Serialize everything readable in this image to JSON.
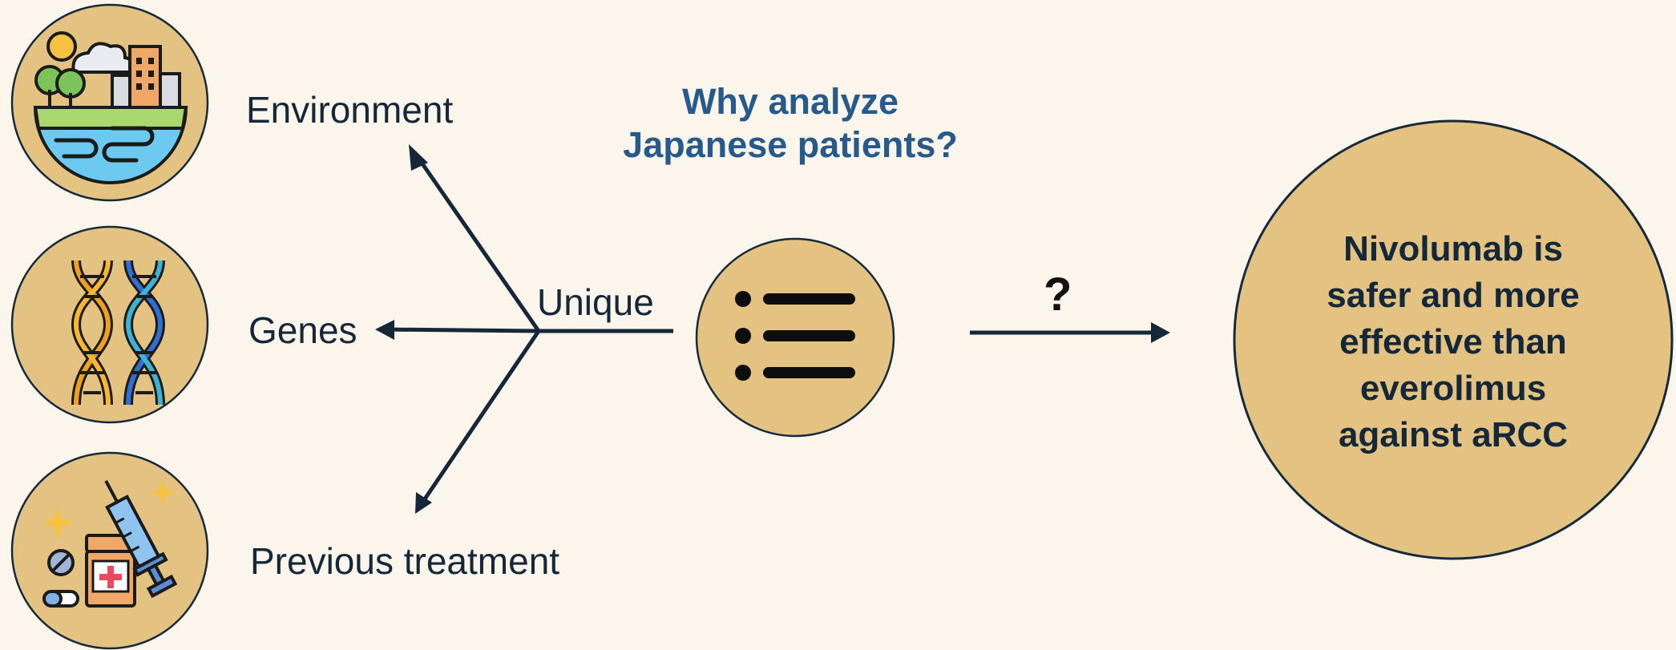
{
  "title": {
    "line1": "Why analyze",
    "line2": "Japanese patients?"
  },
  "factors": [
    {
      "label": "Environment",
      "icon": "environment-city-nature-icon"
    },
    {
      "label": "Genes",
      "icon": "dna-helix-icon"
    },
    {
      "label": "Previous treatment",
      "icon": "medicine-syringe-icon"
    }
  ],
  "center_label": "Unique",
  "center_icon": "list-icon",
  "question": "?",
  "conclusion": {
    "lines": [
      "Nivolumab is",
      "safer and more",
      "effective than",
      "everolimus",
      "against aRCC"
    ]
  },
  "colors": {
    "background": "#fcf5eb",
    "circle_fill": "#e4c382",
    "circle_stroke": "#162a3c",
    "arrow": "#14283a",
    "title": "#255a8a"
  }
}
